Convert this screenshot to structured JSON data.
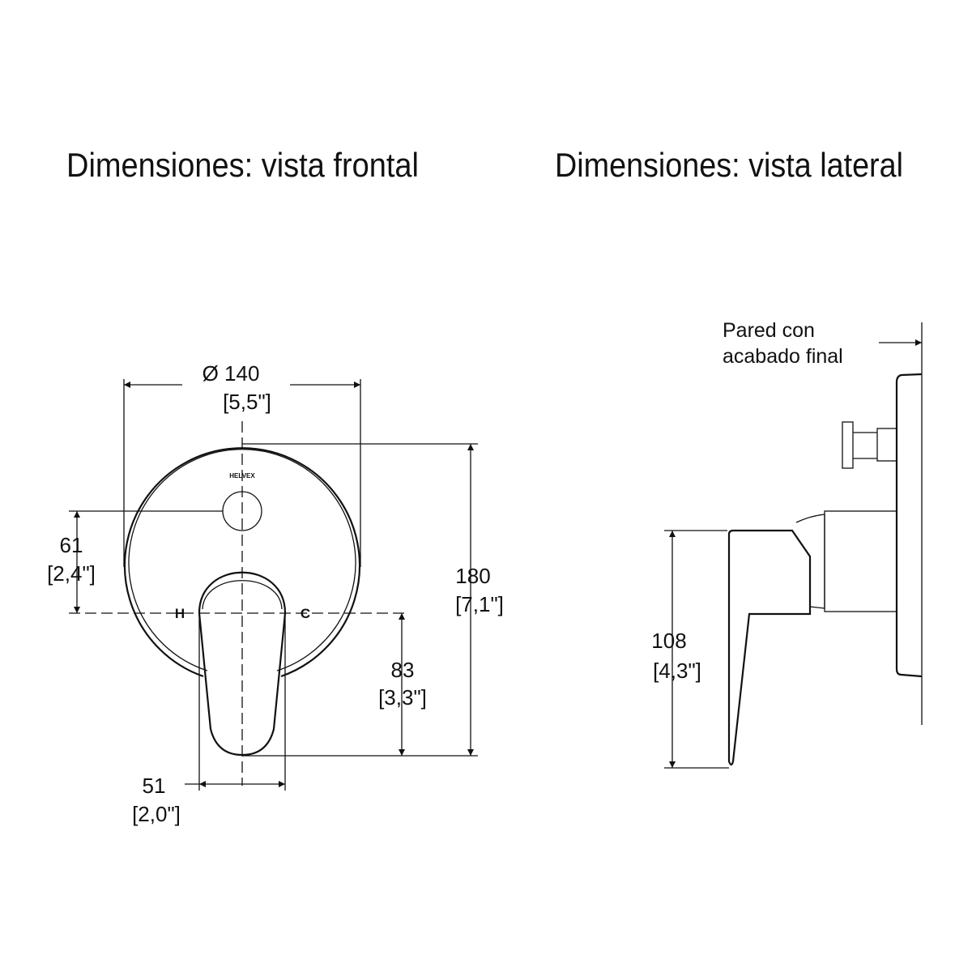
{
  "titles": {
    "front": "Dimensiones: vista frontal",
    "side": "Dimensiones: vista lateral"
  },
  "front_view": {
    "logo": "HELVEX",
    "label_hot": "H",
    "label_cold": "C",
    "dims": {
      "diameter": {
        "mm": "Ø 140",
        "in": "[5,5\"]"
      },
      "height": {
        "mm": "180",
        "in": "[7,1\"]"
      },
      "button_offset": {
        "mm": "61",
        "in": "[2,4\"]"
      },
      "lever_drop": {
        "mm": "83",
        "in": "[3,3\"]"
      },
      "lever_width": {
        "mm": "51",
        "in": "[2,0\"]"
      }
    }
  },
  "side_view": {
    "wall_label_1": "Pared con",
    "wall_label_2": "acabado final",
    "dims": {
      "projection": {
        "mm": "108",
        "in": "[4,3\"]"
      }
    }
  }
}
